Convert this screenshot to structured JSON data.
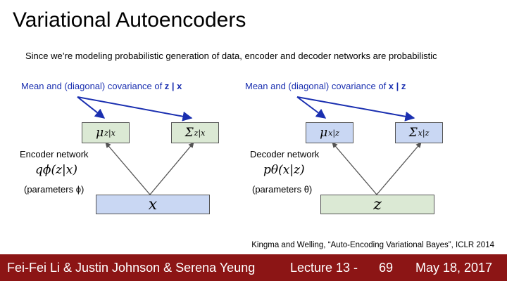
{
  "slide": {
    "title": "Variational Autoencoders",
    "subtitle": "Since we’re modeling probabilistic generation of data, encoder and decoder networks are probabilistic"
  },
  "encoder": {
    "annotation_prefix": "Mean and (diagonal) covariance of ",
    "annotation_var": "z | x",
    "mu_symbol": "μ",
    "mu_sub": "z|x",
    "sigma_symbol": "Σ",
    "sigma_sub": "z|x",
    "network_label": "Encoder network",
    "formula": "qϕ(z|x)",
    "params": "(parameters ϕ)",
    "input": "x"
  },
  "decoder": {
    "annotation_prefix": "Mean and (diagonal) covariance of ",
    "annotation_var": "x | z",
    "mu_symbol": "μ",
    "mu_sub": "x|z",
    "sigma_symbol": "Σ",
    "sigma_sub": "x|z",
    "network_label": "Decoder network",
    "formula": "pθ(x|z)",
    "params": "(parameters θ)",
    "input": "z"
  },
  "citation": "Kingma and Welling, “Auto-Encoding Variational Bayes”, ICLR 2014",
  "footer": {
    "authors": "Fei-Fei Li & Justin Johnson & Serena Yeung",
    "lecture": "Lecture 13 -",
    "page": "69",
    "date": "May 18, 2017"
  },
  "colors": {
    "annotation_blue": "#1a2fb0",
    "green_box": "#dbe9d4",
    "blue_box": "#c9d7f3",
    "footer_bg": "#8c1515"
  }
}
